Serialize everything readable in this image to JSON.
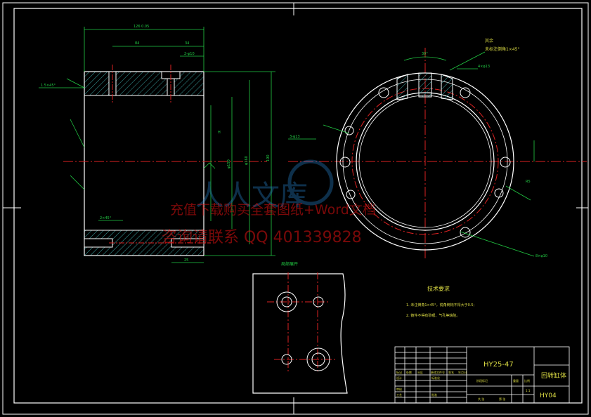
{
  "colors": {
    "background": "#000000",
    "frame": "#ffffff",
    "dimension": "#22cc44",
    "centerline": "#dd2222",
    "hatch": "#3aa0a0",
    "note": "#dddd44",
    "watermark": "#dd1111"
  },
  "front_view": {
    "dim_overall_width": "126 0.05",
    "dim_inner": "84",
    "dim_slot": "34",
    "dim_hole": "2-φ10",
    "dim_chamfer_left": "1.5×45°",
    "dim_chamfer_bottom": "2×45°",
    "dim_bottom": "25",
    "dim_height_total": "190",
    "dim_bore": "φ150",
    "dim_outer": "φ160",
    "dim_right": "H"
  },
  "side_view": {
    "note_title": "其余",
    "note_chamfer": "未标注倒角1×45°",
    "dim_holes": "3-φ13",
    "dim_keyway": "4×φ13",
    "dim_right": "R5",
    "dim_bottom_hole": "8×φ10",
    "dim_angle": "30°"
  },
  "detail_view": {
    "label": "局部展开"
  },
  "tech_requirements": {
    "title": "技术要求",
    "items": [
      "1. 未注倒角1×45°，锐角倒钝不得大于0.5;",
      "2. 铸件不得有砂眼、气孔等缺陷。"
    ]
  },
  "title_block": {
    "part_number": "HY25-47",
    "part_name": "回转缸体",
    "drawing_number": "HY04",
    "labels": {
      "mark": "标记",
      "count": "处数",
      "zone": "分区",
      "change_doc": "更改文件号",
      "signature": "签名",
      "date": "年月日",
      "design": "设计",
      "standard": "标准化",
      "review": "审核",
      "process": "工艺",
      "approve": "批准",
      "stage_mark": "阶段标记",
      "weight": "重量",
      "scale": "比例",
      "sheet_total": "共 张",
      "sheet_no": "第 张",
      "scale_value": "1:1"
    }
  },
  "watermark": {
    "line1": "充值下载购买全套图纸+Word文档",
    "line2": "咨询请联系 QQ 401339828",
    "logo_text": "人人文库"
  }
}
